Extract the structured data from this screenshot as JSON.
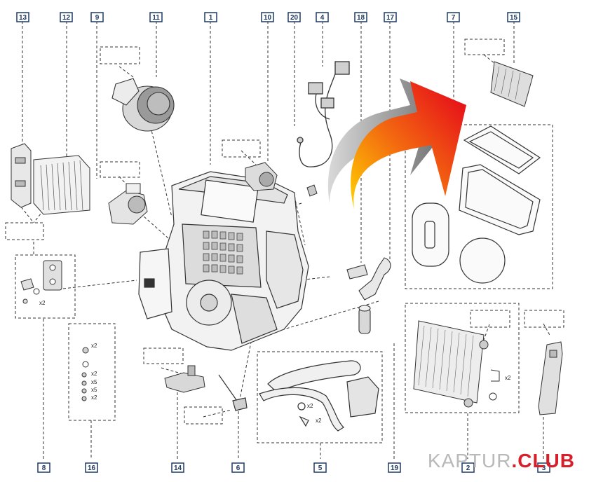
{
  "callouts_top": [
    "13",
    "12",
    "9",
    "11",
    "1",
    "10",
    "20",
    "4",
    "18",
    "17",
    "7",
    "15"
  ],
  "callouts_bottom": [
    "8",
    "16",
    "14",
    "6",
    "5",
    "19",
    "2",
    "3"
  ],
  "quantity_labels": {
    "q8": "x2",
    "q16": [
      "x2",
      "x2",
      "x5",
      "x5",
      "x2"
    ],
    "q5a": "x2",
    "q5b": "x2",
    "q2": "x2"
  },
  "brand": {
    "part1": "KAPTUR",
    "part2": ".CLUB"
  },
  "colors": {
    "callout_border": "#1f3b63",
    "arrow_start": "#ffd200",
    "arrow_end": "#e4001b",
    "line": "#333333"
  }
}
